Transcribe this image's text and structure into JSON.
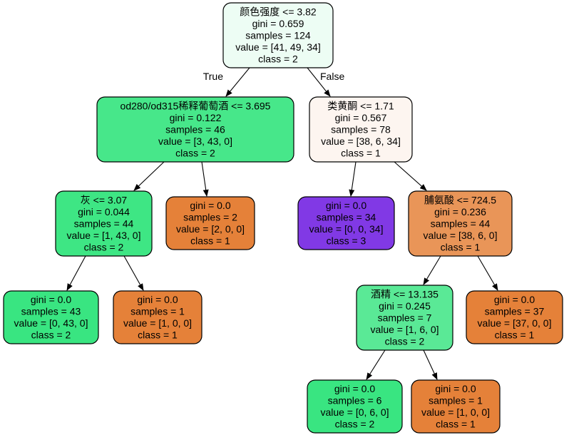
{
  "nodes": [
    {
      "id": "n0",
      "lines": [
        "颜色强度 <= 3.82",
        "gini = 0.659",
        "samples = 124",
        "value = [41, 49, 34]",
        "class = 2"
      ],
      "fill": "#edfdf4"
    },
    {
      "id": "n1",
      "lines": [
        "od280/od315稀释葡萄酒 <= 3.695",
        "gini = 0.122",
        "samples = 46",
        "value = [3, 43, 0]",
        "class = 2"
      ],
      "fill": "#47e78a"
    },
    {
      "id": "n2",
      "lines": [
        "类黄酮 <= 1.71",
        "gini = 0.567",
        "samples = 78",
        "value = [38, 6, 34]",
        "class = 1"
      ],
      "fill": "#fdf5f0"
    },
    {
      "id": "n3",
      "lines": [
        "灰 <= 3.07",
        "gini = 0.044",
        "samples = 44",
        "value = [1, 43, 0]",
        "class = 2"
      ],
      "fill": "#3ee684"
    },
    {
      "id": "n4",
      "lines": [
        "gini = 0.0",
        "samples = 2",
        "value = [2, 0, 0]",
        "class = 1"
      ],
      "fill": "#e58139"
    },
    {
      "id": "n5",
      "lines": [
        "gini = 0.0",
        "samples = 34",
        "value = [0, 0, 34]",
        "class = 3"
      ],
      "fill": "#8139e5"
    },
    {
      "id": "n6",
      "lines": [
        "脯氨酸 <= 724.5",
        "gini = 0.236",
        "samples = 44",
        "value = [38, 6, 0]",
        "class = 1"
      ],
      "fill": "#e99558"
    },
    {
      "id": "n7",
      "lines": [
        "gini = 0.0",
        "samples = 43",
        "value = [0, 43, 0]",
        "class = 2"
      ],
      "fill": "#39e581"
    },
    {
      "id": "n8",
      "lines": [
        "gini = 0.0",
        "samples = 1",
        "value = [1, 0, 0]",
        "class = 1"
      ],
      "fill": "#e58139"
    },
    {
      "id": "n9",
      "lines": [
        "酒精 <= 13.135",
        "gini = 0.245",
        "samples = 7",
        "value = [1, 6, 0]",
        "class = 2"
      ],
      "fill": "#5ae996"
    },
    {
      "id": "n10",
      "lines": [
        "gini = 0.0",
        "samples = 37",
        "value = [37, 0, 0]",
        "class = 1"
      ],
      "fill": "#e58139"
    },
    {
      "id": "n11",
      "lines": [
        "gini = 0.0",
        "samples = 6",
        "value = [0, 6, 0]",
        "class = 2"
      ],
      "fill": "#39e581"
    },
    {
      "id": "n12",
      "lines": [
        "gini = 0.0",
        "samples = 1",
        "value = [1, 0, 0]",
        "class = 1"
      ],
      "fill": "#e58139"
    }
  ],
  "edges": [
    {
      "from": "n0",
      "to": "n1",
      "label": "True"
    },
    {
      "from": "n0",
      "to": "n2",
      "label": "False"
    },
    {
      "from": "n1",
      "to": "n3",
      "label": ""
    },
    {
      "from": "n1",
      "to": "n4",
      "label": ""
    },
    {
      "from": "n2",
      "to": "n5",
      "label": ""
    },
    {
      "from": "n2",
      "to": "n6",
      "label": ""
    },
    {
      "from": "n3",
      "to": "n7",
      "label": ""
    },
    {
      "from": "n3",
      "to": "n8",
      "label": ""
    },
    {
      "from": "n6",
      "to": "n9",
      "label": ""
    },
    {
      "from": "n6",
      "to": "n10",
      "label": ""
    },
    {
      "from": "n9",
      "to": "n11",
      "label": ""
    },
    {
      "from": "n9",
      "to": "n12",
      "label": ""
    }
  ]
}
